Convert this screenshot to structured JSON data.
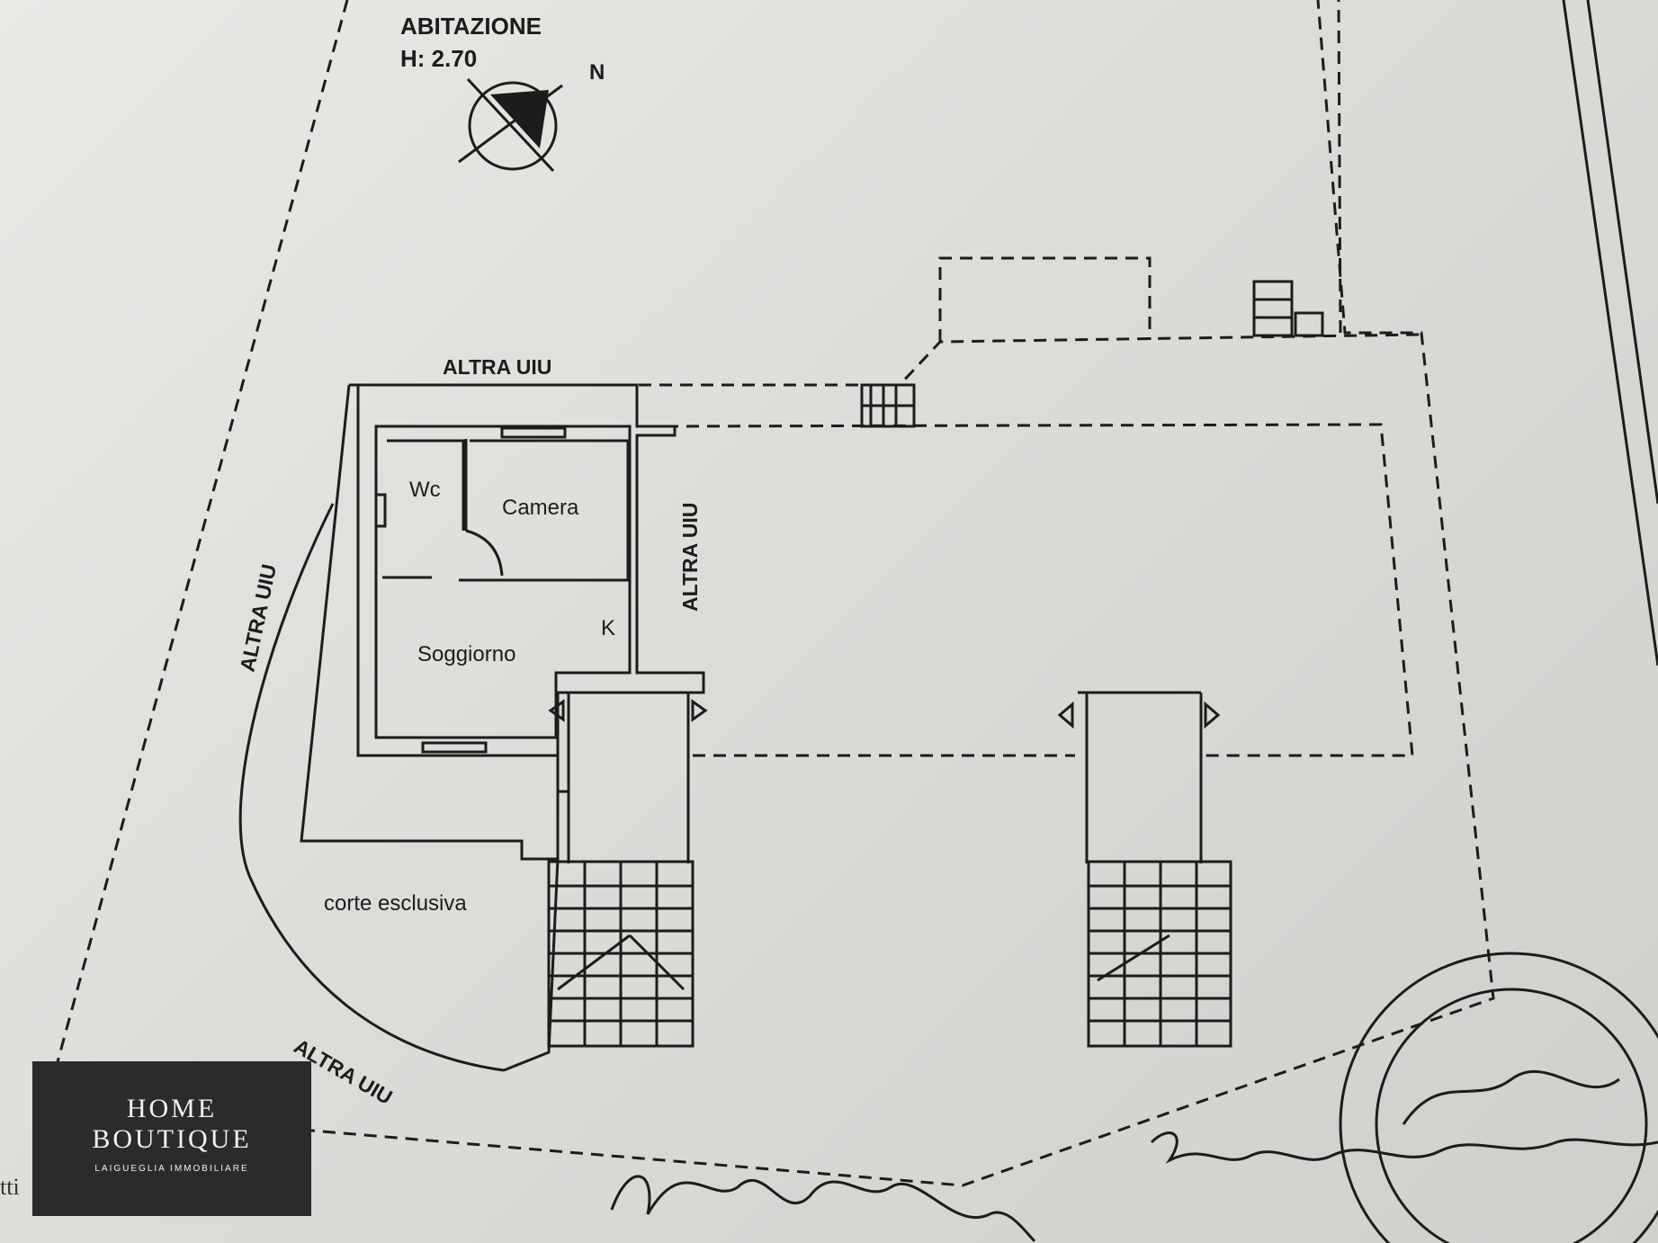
{
  "title": "ABITAZIONE",
  "height_label": "H: 2.70",
  "north_label": "N",
  "labels": {
    "altra_top": "ALTRA UIU",
    "altra_left": "ALTRA UIU",
    "altra_middle": "ALTRA UIU",
    "altra_bottom": "ALTRA UIU"
  },
  "rooms": {
    "wc": "Wc",
    "camera": "Camera",
    "soggiorno": "Soggiorno",
    "kitchen": "K",
    "corte": "corte esclusiva"
  },
  "logo": {
    "line1": "HOME",
    "line2": "BOUTIQUE",
    "line3": "LAIGUEGLIA IMMOBILIARE"
  },
  "fragment_text": "tti",
  "colors": {
    "ink": "#1c1c1c",
    "logo_bg": "#2b2b2b",
    "paper": "#e3e3e0"
  }
}
